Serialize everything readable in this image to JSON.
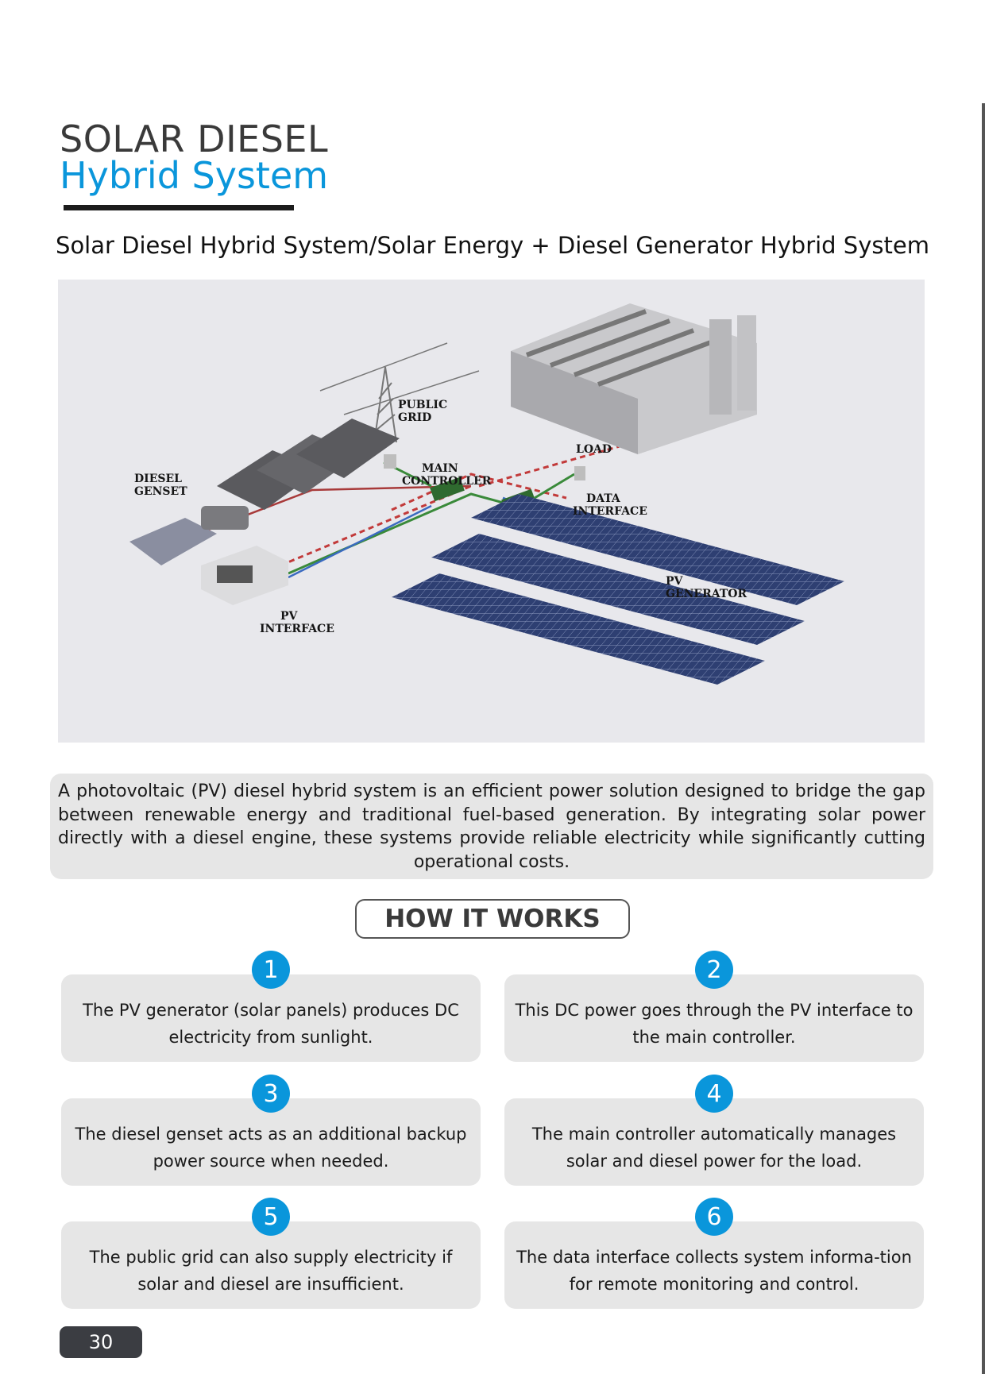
{
  "header": {
    "title_line1": "SOLAR DIESEL",
    "title_line2": "Hybrid System",
    "subtitle": "Solar Diesel Hybrid System/Solar Energy + Diesel Generator Hybrid System"
  },
  "diagram": {
    "labels": {
      "public_grid": [
        "PUBLIC",
        "GRID"
      ],
      "load": [
        "LOAD"
      ],
      "diesel_genset": [
        "DIESEL",
        "GENSET"
      ],
      "main_controller": [
        "MAIN",
        "CONTROLLER"
      ],
      "data_interface": [
        "DATA",
        "INTERFACE"
      ],
      "pv_generator": [
        "PV",
        "GENERATOR"
      ],
      "pv_interface": [
        "PV",
        "INTERFACE"
      ]
    }
  },
  "intro": {
    "text": "A photovoltaic (PV) diesel hybrid system is an efficient power solution designed to bridge the gap between renewable energy and traditional fuel-based generation. By integrating solar power directly with a diesel engine, these systems provide reliable electricity while significantly cutting operational costs."
  },
  "how_it_works": {
    "title": "HOW IT WORKS",
    "steps": [
      {
        "num": "1",
        "text": "The PV generator (solar panels) produces DC electricity from sunlight."
      },
      {
        "num": "2",
        "text": "This DC power goes through the PV interface to the main controller."
      },
      {
        "num": "3",
        "text": "The diesel genset acts as an additional backup power source when needed."
      },
      {
        "num": "4",
        "text": "The main controller automatically manages solar and diesel power for the load."
      },
      {
        "num": "5",
        "text": "The public grid can also supply electricity if solar and diesel are insufficient."
      },
      {
        "num": "6",
        "text": "The data interface collects system informa-tion for remote monitoring and control."
      }
    ]
  },
  "footer": {
    "page_number": "30"
  },
  "colors": {
    "accent": "#0a96db",
    "card_bg": "#e6e6e6",
    "dark": "#3b3d42"
  }
}
